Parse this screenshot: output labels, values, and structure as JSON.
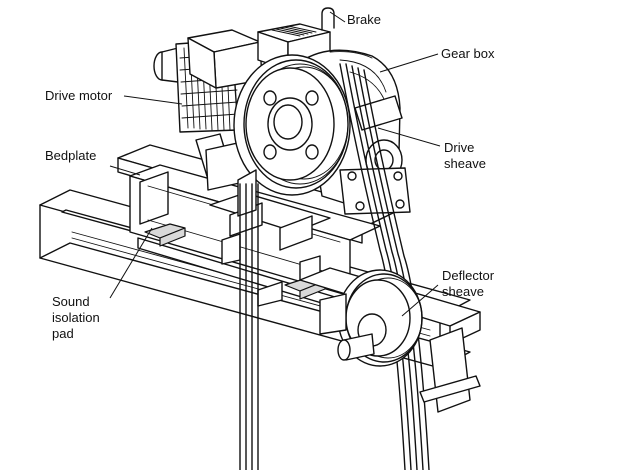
{
  "diagram": {
    "labels": {
      "brake": "Brake",
      "gear_box": "Gear box",
      "drive_motor": "Drive motor",
      "bedplate": "Bedplate",
      "drive_sheave": [
        "Drive",
        "sheave"
      ],
      "deflector_sheave": [
        "Deflector",
        "sheave"
      ],
      "sound_isolation_pad": [
        "Sound",
        "isolation",
        "pad"
      ]
    },
    "colors": {
      "line": "#111111",
      "background": "#ffffff",
      "shade": "#d9d9d9"
    }
  }
}
